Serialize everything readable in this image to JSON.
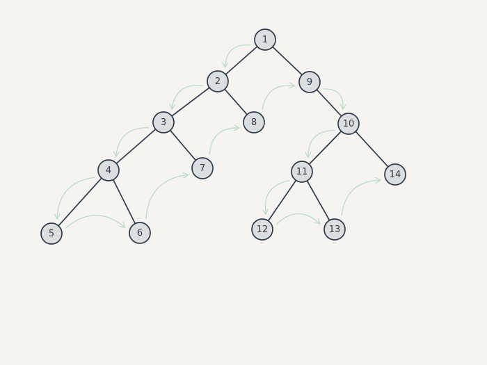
{
  "diagram": {
    "type": "binary-tree-traversal",
    "colors": {
      "background": "#f5f4f1",
      "node_fill": "#dcdee0",
      "node_stroke": "#2e3b4a",
      "edge": "#2e3b4a",
      "traversal_arrow": "#bcdcc6"
    },
    "nodes": [
      {
        "id": "n1",
        "label": "1"
      },
      {
        "id": "n2",
        "label": "2"
      },
      {
        "id": "n3",
        "label": "3"
      },
      {
        "id": "n4",
        "label": "4"
      },
      {
        "id": "n5",
        "label": "5"
      },
      {
        "id": "n6",
        "label": "6"
      },
      {
        "id": "n7",
        "label": "7"
      },
      {
        "id": "n8",
        "label": "8"
      },
      {
        "id": "n9",
        "label": "9"
      },
      {
        "id": "n10",
        "label": "10"
      },
      {
        "id": "n11",
        "label": "11"
      },
      {
        "id": "n12",
        "label": "12"
      },
      {
        "id": "n13",
        "label": "13"
      },
      {
        "id": "n14",
        "label": "14"
      }
    ],
    "edges": [
      {
        "from": "n1",
        "to": "n2"
      },
      {
        "from": "n1",
        "to": "n9"
      },
      {
        "from": "n2",
        "to": "n3"
      },
      {
        "from": "n2",
        "to": "n8"
      },
      {
        "from": "n3",
        "to": "n4"
      },
      {
        "from": "n3",
        "to": "n7"
      },
      {
        "from": "n4",
        "to": "n5"
      },
      {
        "from": "n4",
        "to": "n6"
      },
      {
        "from": "n9",
        "to": "n10"
      },
      {
        "from": "n10",
        "to": "n11"
      },
      {
        "from": "n10",
        "to": "n14"
      },
      {
        "from": "n11",
        "to": "n12"
      },
      {
        "from": "n11",
        "to": "n13"
      }
    ],
    "traversal_order": [
      "n1",
      "n2",
      "n3",
      "n4",
      "n5",
      "n6",
      "n7",
      "n8",
      "n9",
      "n10",
      "n11",
      "n12",
      "n13",
      "n14"
    ]
  }
}
